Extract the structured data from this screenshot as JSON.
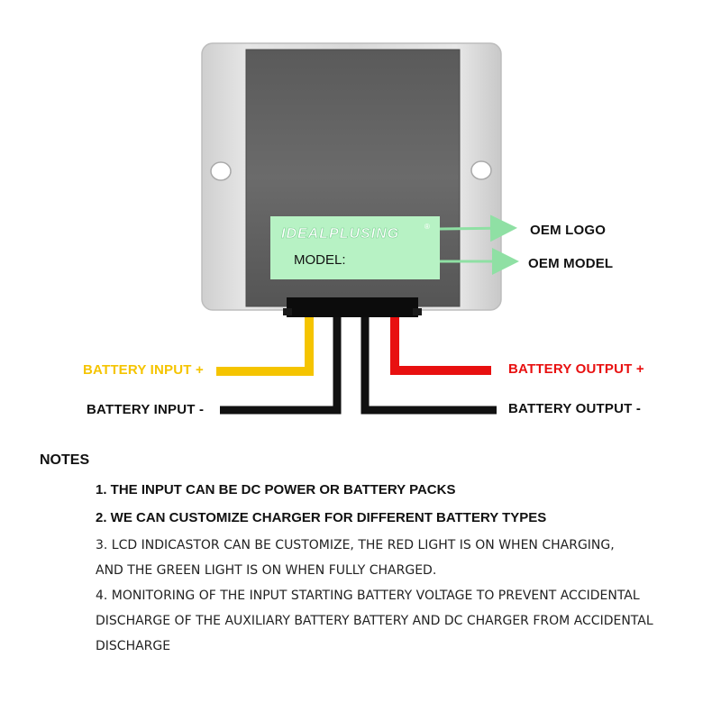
{
  "device": {
    "logo_text": "IDEALPLUSING",
    "logo_mark": "®",
    "model_label": "MODEL:"
  },
  "callouts": {
    "oem_logo": "OEM LOGO",
    "oem_model": "OEM MODEL"
  },
  "wires": {
    "input_positive": "BATTERY INPUT +",
    "input_negative": "BATTERY INPUT -",
    "output_positive": "BATTERY OUTPUT +",
    "output_negative": "BATTERY OUTPUT -"
  },
  "colors": {
    "input_positive": "#f5c400",
    "output_positive": "#e81010",
    "negative": "#111111",
    "panel_green": "#b7f2c4",
    "arrow_green": "#8fe0a4"
  },
  "notes": {
    "title": "NOTES",
    "items": [
      "1. THE INPUT CAN BE DC POWER OR BATTERY PACKS",
      "2. WE CAN CUSTOMIZE CHARGER FOR DIFFERENT BATTERY TYPES",
      "3. LCD INDICASTOR CAN BE CUSTOMIZE, THE RED LIGHT IS ON WHEN CHARGING,",
      "AND THE GREEN LIGHT IS ON WHEN FULLY CHARGED.",
      "4. MONITORING OF THE INPUT STARTING BATTERY VOLTAGE TO PREVENT ACCIDENTAL",
      "DISCHARGE OF THE AUXILIARY BATTERY BATTERY AND DC CHARGER FROM ACCIDENTAL",
      "DISCHARGE"
    ]
  }
}
